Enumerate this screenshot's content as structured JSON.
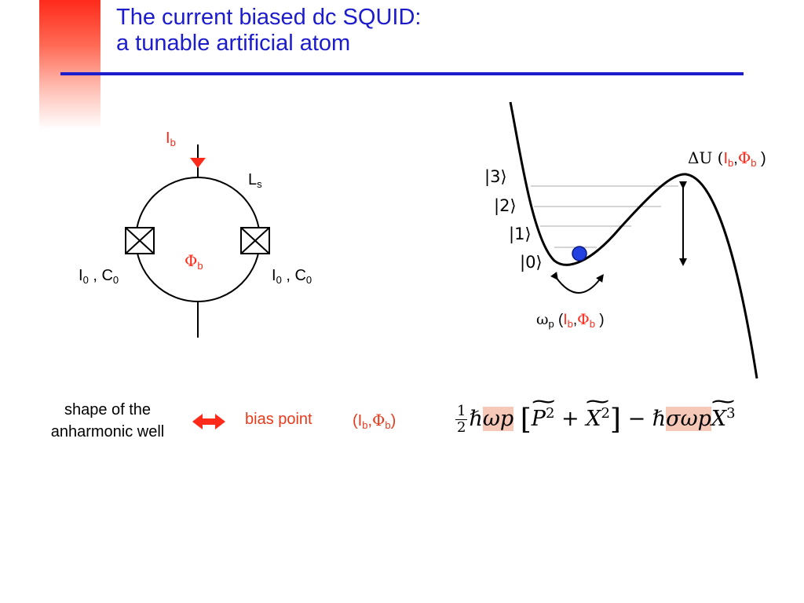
{
  "title": {
    "line1": "The current biased dc SQUID:",
    "line2": "a tunable artificial atom"
  },
  "circuit": {
    "bias_current": {
      "symbol": "I",
      "sub": "b"
    },
    "inductance": {
      "symbol": "L",
      "sub": "s"
    },
    "flux": {
      "symbol": "Φ",
      "sub": "b"
    },
    "junction_left": {
      "I": "I",
      "sub0": "0",
      "sep": " , C",
      "sub1": "0"
    },
    "junction_right": {
      "I": "I",
      "sep": " , C",
      "sub0": "0",
      "sub1": "0"
    }
  },
  "potential": {
    "barrier_label": {
      "prefix": "ΔU (",
      "I": "I",
      "Isub": "b",
      "comma": ",",
      "Phi": "Φ",
      "Phisub": "b",
      "suffix": " )"
    },
    "levels": [
      "|3⟩",
      "|2⟩",
      "|1⟩",
      "|0⟩"
    ],
    "plasma_label": {
      "omega": "ω",
      "omegasub": "p",
      "open": " (",
      "I": "I",
      "Isub": "b",
      "comma": ",",
      "Phi": "Φ",
      "Phisub": "b",
      "close": " )"
    }
  },
  "bottom": {
    "well_line1": "shape of the",
    "well_line2": "anharmonic well",
    "bias_point": "bias point",
    "bias_vars": {
      "open": "(I",
      "Isub": "b",
      "comma": ",",
      "Phi": "Φ",
      "Phisub": "b",
      "close": ")"
    }
  },
  "formula": {
    "half_num": "1",
    "half_den": "2",
    "hbar": "ℏ",
    "omega_p": "ωp",
    "P": "P",
    "X": "X",
    "sq": "2",
    "cube": "3",
    "plus": "+",
    "minus": "−",
    "sigma_omega_p": "σωp"
  },
  "colors": {
    "title": "#1c1ccc",
    "accent": "#ff2a1a",
    "highlight": "#f6c8b8",
    "ball": "#2340e0"
  }
}
